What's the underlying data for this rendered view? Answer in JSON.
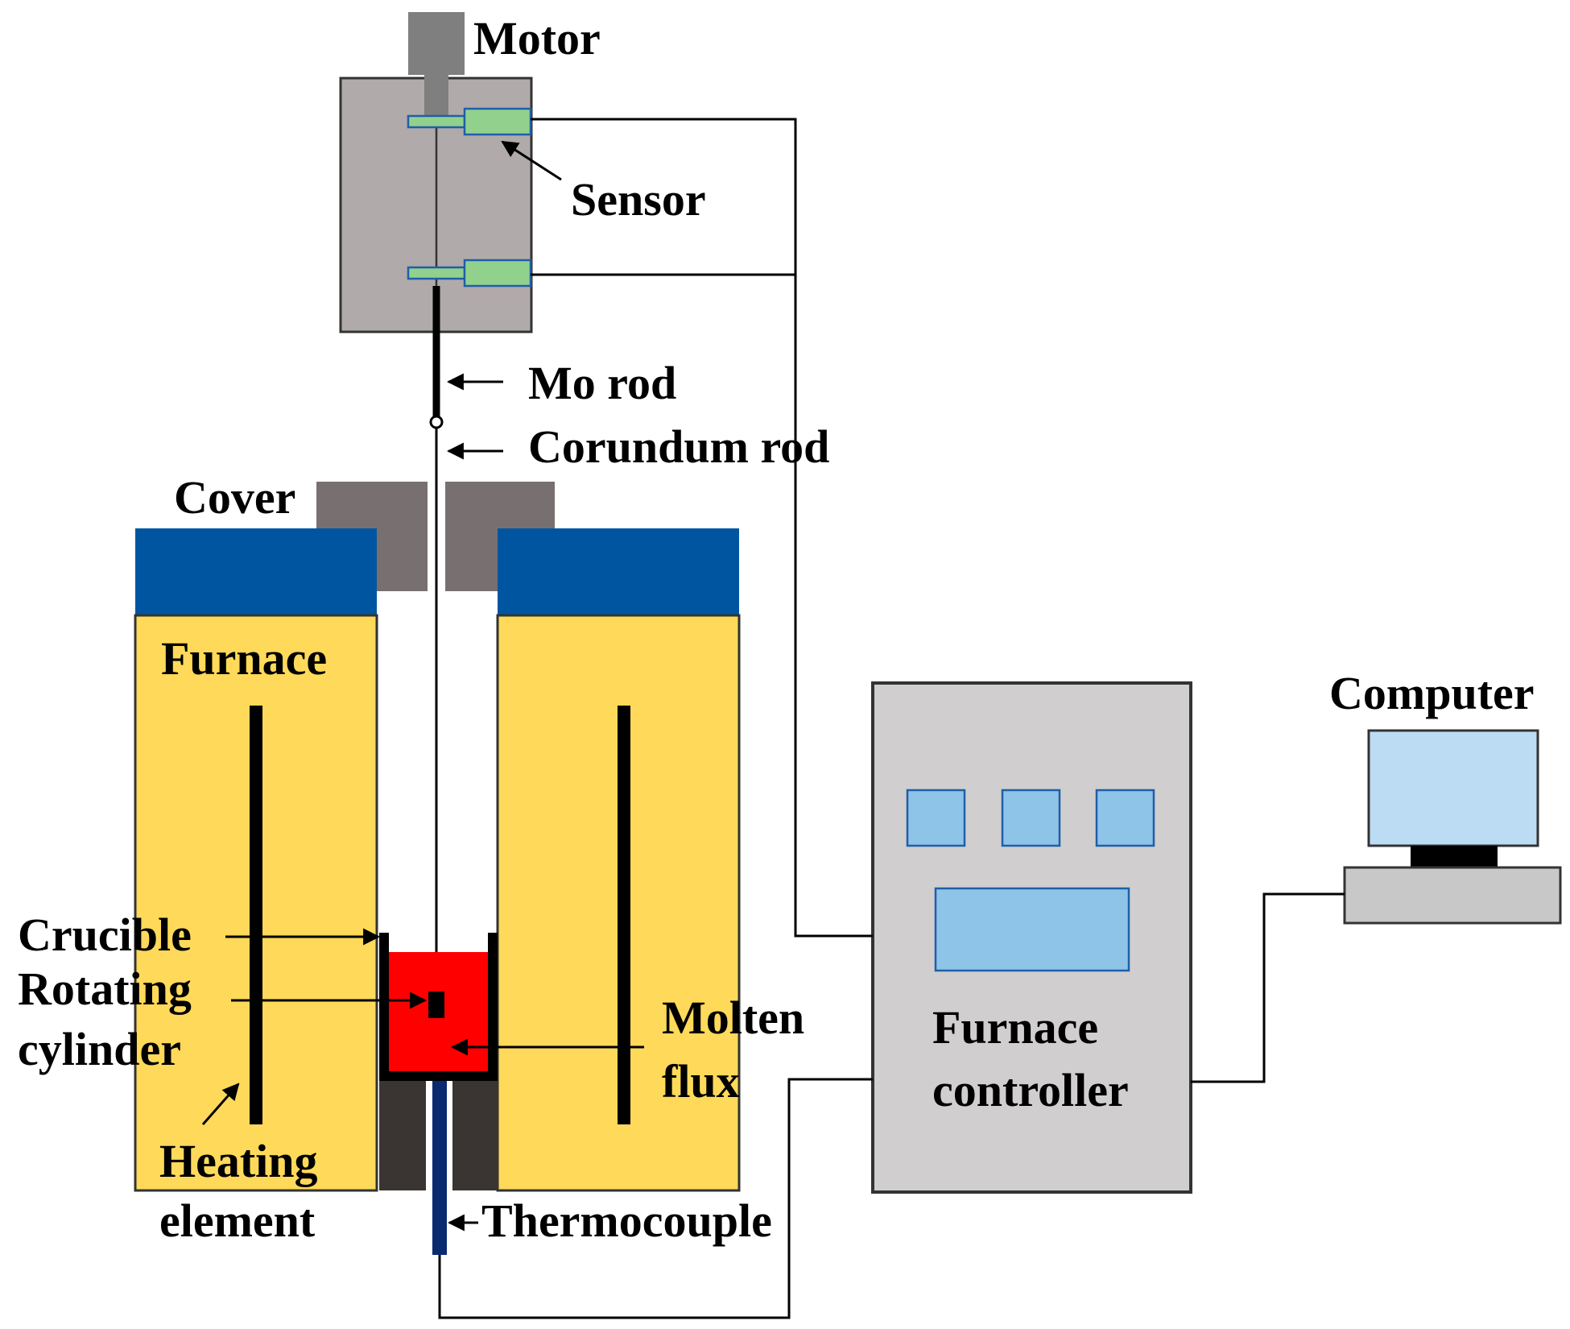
{
  "labels": {
    "motor": "Motor",
    "sensor": "Sensor",
    "mo_rod": "Mo rod",
    "corundum_rod": "Corundum rod",
    "cover": "Cover",
    "furnace": "Furnace",
    "computer": "Computer",
    "crucible": "Crucible",
    "rotating": "Rotating",
    "cylinder": "cylinder",
    "molten": "Molten",
    "flux": "flux",
    "furnace_ctrl_1": "Furnace",
    "furnace_ctrl_2": "controller",
    "heating": "Heating",
    "element": "element",
    "thermocouple": "Thermocouple"
  },
  "colors": {
    "motor": "#7f7f7f",
    "housing": "#b0aaaa",
    "sensor": "#92d08e",
    "sensor_border": "#1f5fa8",
    "cover": "#787070",
    "furnace_top": "#0055a0",
    "furnace_body": "#ffd95a",
    "melt": "#ff0000",
    "crucible": "#000000",
    "support": "#3a3433",
    "thermocouple": "#0a2a70",
    "controller": "#d0cece",
    "screen": "#8ec4e8",
    "computer_screen": "#bcdcf4",
    "computer_base": "#c8c8c8",
    "line": "#000000"
  }
}
